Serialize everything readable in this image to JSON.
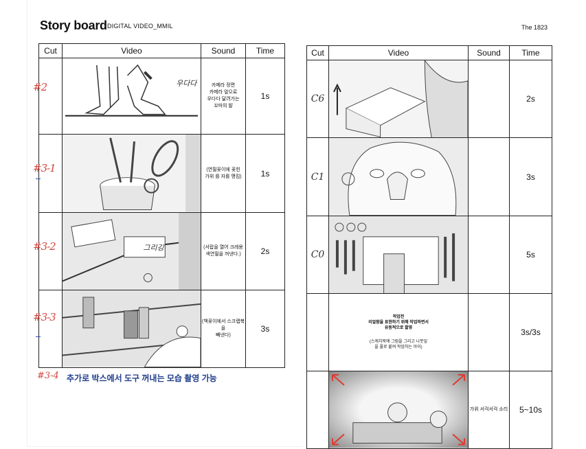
{
  "header": {
    "title": "Story board",
    "subtitle": "DIGITAL VIDEO_MMIL",
    "code": "The 1823"
  },
  "table_headers": {
    "cut": "Cut",
    "video": "Video",
    "sound": "Sound",
    "time": "Time"
  },
  "left_rows": [
    {
      "cut": "#2",
      "sketch_text": "우다다",
      "sound": "카메라 정면\n카메라 앞으로\n우다다 달려가는\n꼬마의 발",
      "time": "1s"
    },
    {
      "cut": "#3-1",
      "sound": "(연필꽂이에 꽂힌\n가위 를 자를 맹킴)",
      "time": "1s"
    },
    {
      "cut": "#3-2",
      "sketch_text": "그리깅",
      "sound": "(서랍을 열어 크레용\n색연필을 꺼낸다.)",
      "time": "2s"
    },
    {
      "cut": "#3-3",
      "sound": "(책꽂이에서 스크랩북을\n빼낸다)",
      "time": "3s"
    }
  ],
  "note": {
    "tag": "#3-4",
    "text": "추가로 박스에서 도구 꺼내는 모습 촬영 가능"
  },
  "right_rows": [
    {
      "cut": "C6",
      "sound": "",
      "time": "2s"
    },
    {
      "cut": "C1",
      "sound": "",
      "time": "3s"
    },
    {
      "cut": "C0",
      "sound": "",
      "time": "5s"
    },
    {
      "cut": "",
      "video_title": "작업전\n리얼함을 표현하기 위해 작업하면서\n유동적으로 촬영",
      "video_sub": "(스케치북에 그림을 그리고 나뭇잎\n을 풀로 붙여 작업하는 아이)",
      "sound": "",
      "time": "3s/3s"
    },
    {
      "cut": "",
      "sound": "가위 서걱서걱 소리",
      "time": "5~10s"
    }
  ]
}
